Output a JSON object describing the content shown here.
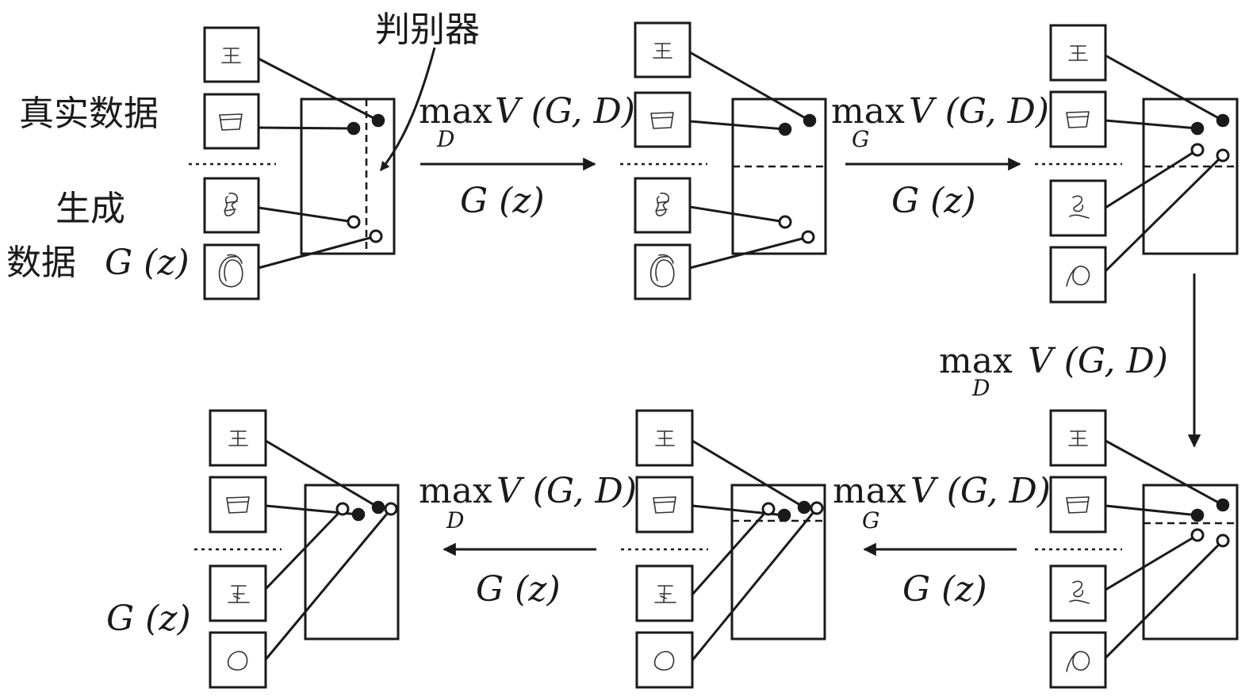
{
  "labels": {
    "discriminator": "判别器",
    "real_data": "真实数据",
    "generated_line1": "生成",
    "generated_line2": "数据",
    "gz": "G (z)"
  },
  "steps": [
    {
      "max": "max",
      "sub": "D",
      "v": "V (G, D)",
      "gz": "G (z)"
    },
    {
      "max": "max",
      "sub": "G",
      "v": "V (G, D)",
      "gz": "G (z)"
    },
    {
      "max": "max",
      "sub": "D",
      "v": "V (G, D)"
    },
    {
      "max": "max",
      "sub": "G",
      "v": "V (G, D)",
      "gz": "G (z)"
    },
    {
      "max": "max",
      "sub": "D",
      "v": "V (G, D)",
      "gz": "G (z)"
    }
  ],
  "panel_count": 6,
  "sample_kinds": [
    "real",
    "real",
    "generated",
    "generated"
  ]
}
